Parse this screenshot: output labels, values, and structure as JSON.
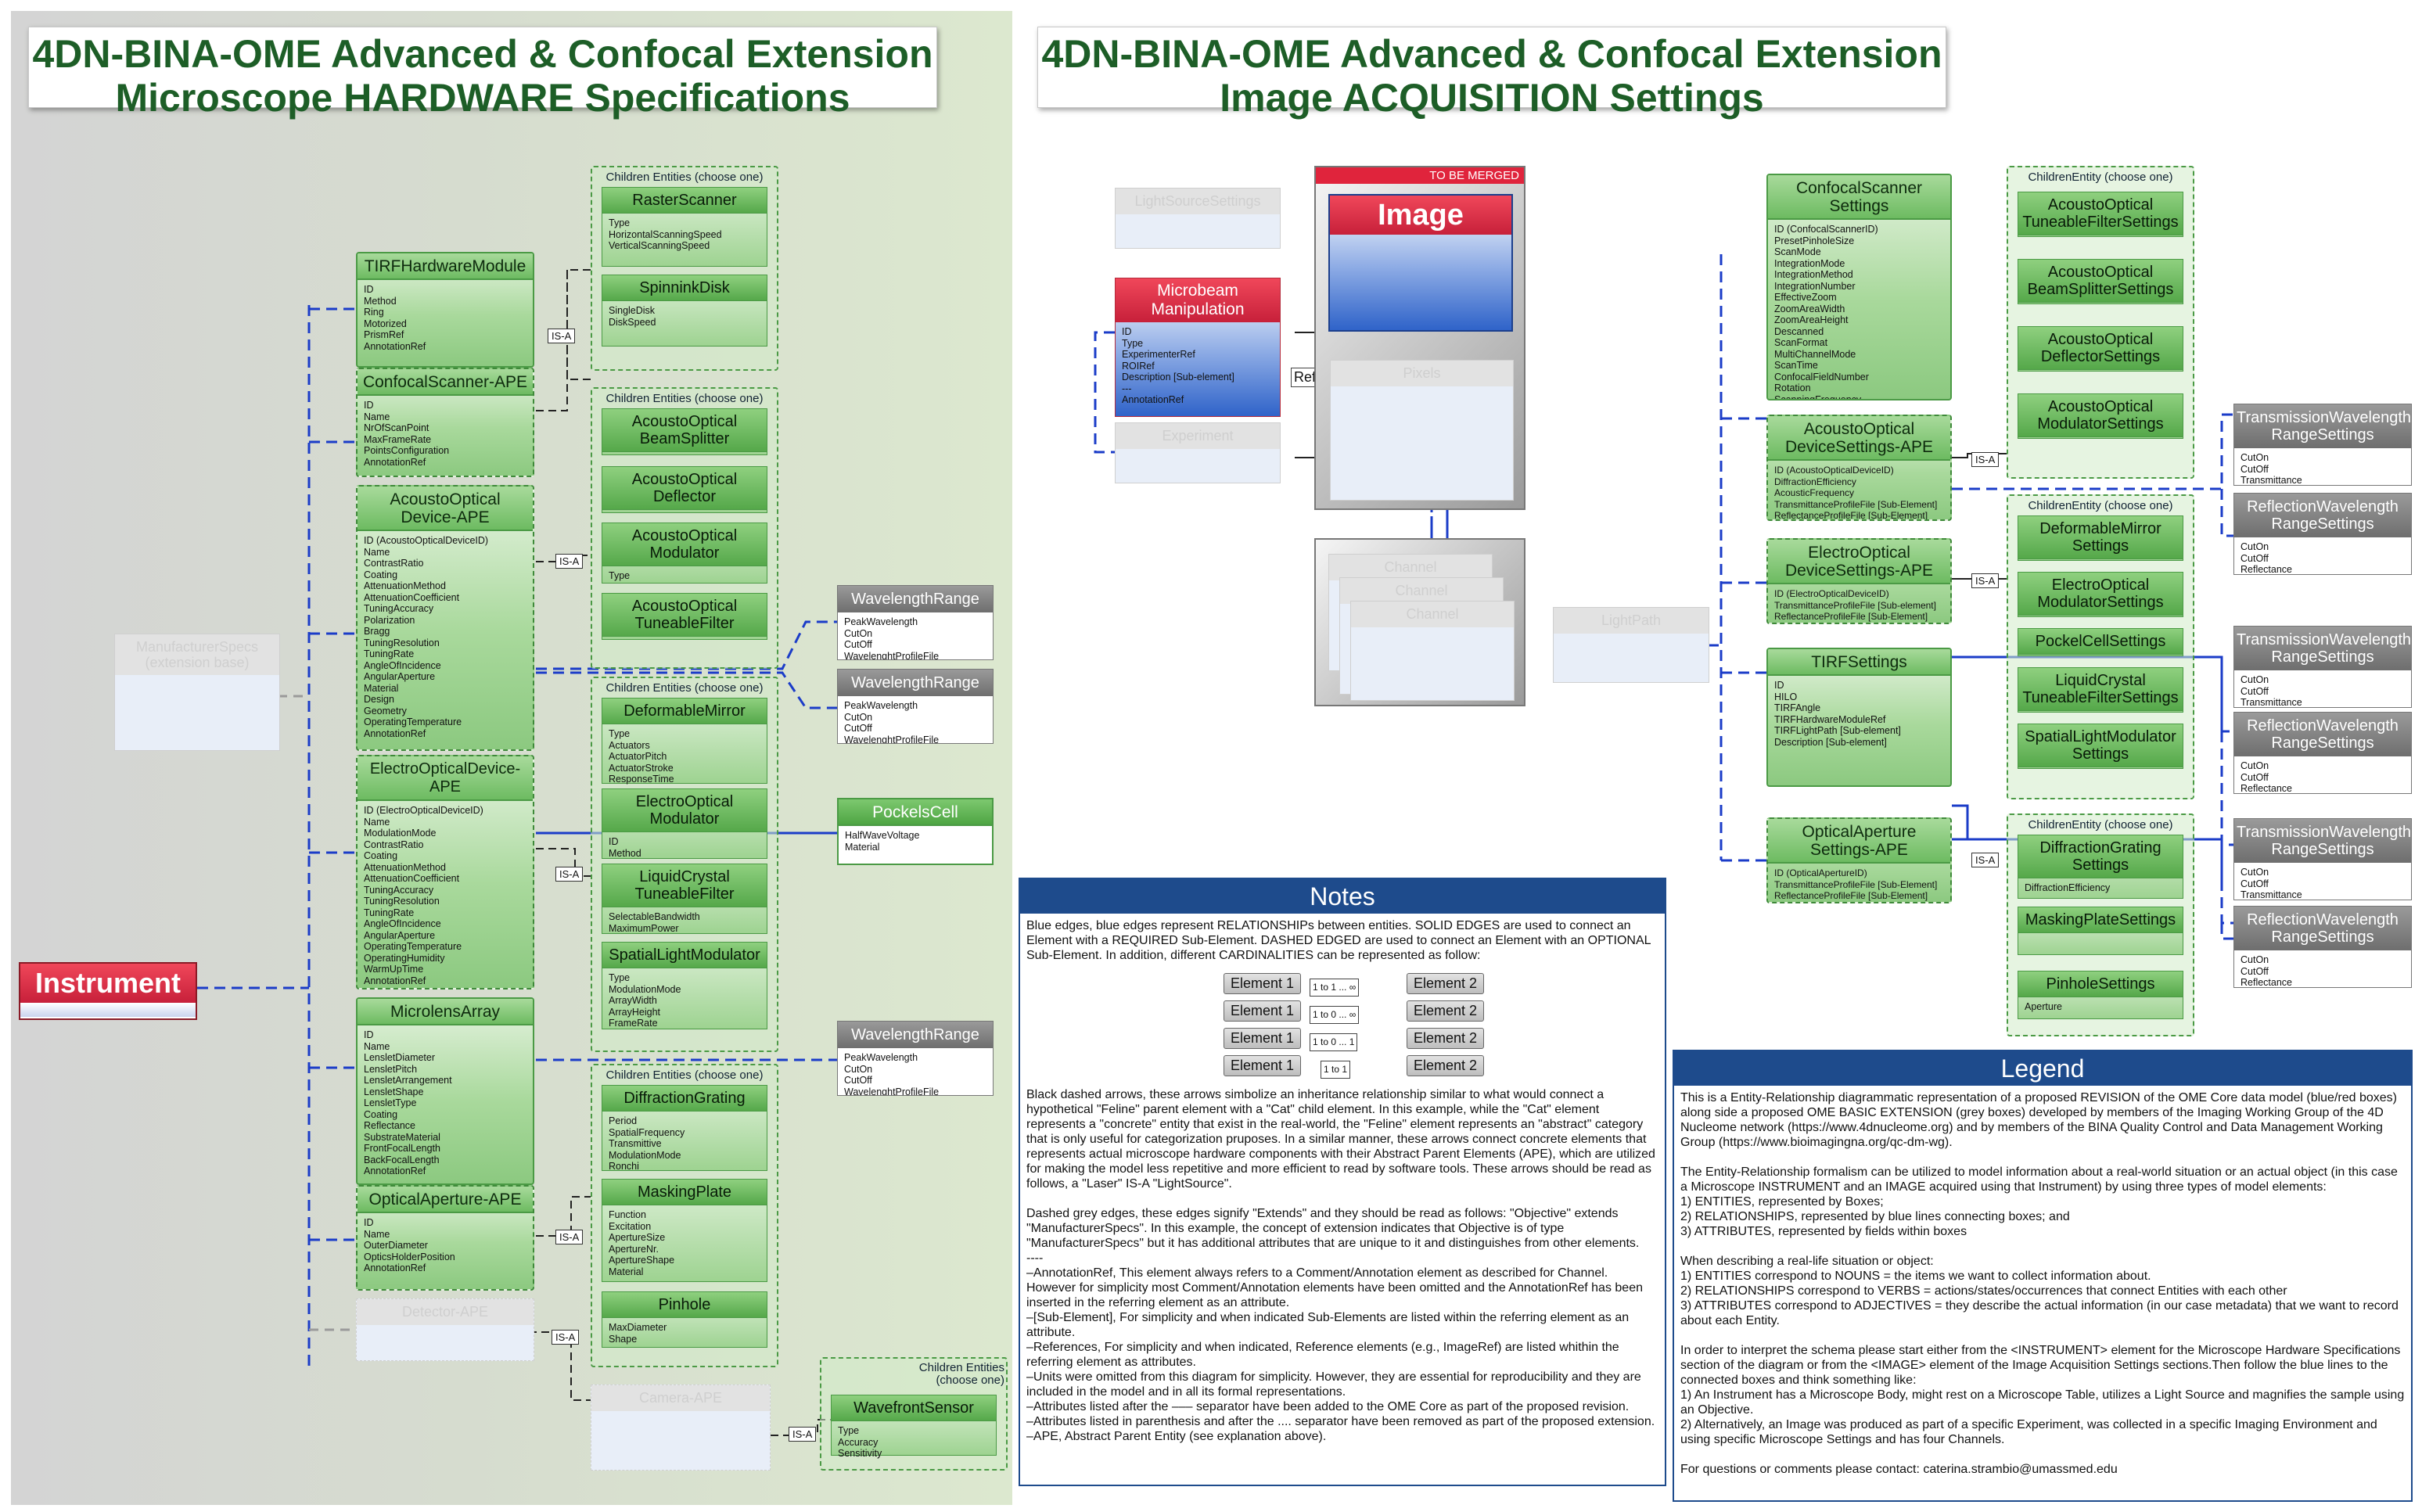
{
  "left_title": [
    "4DN-BINA-OME Advanced & Confocal Extension",
    "Microscope HARDWARE Specifications"
  ],
  "right_title": [
    "4DN-BINA-OME Advanced & Confocal Extension",
    "Image ACQUISITION Settings"
  ],
  "instrument": "Instrument",
  "manufacturer_specs": [
    "ManufacturerSpecs",
    "(extension base)"
  ],
  "tirf_hw": {
    "title": "TIRFHardwareModule",
    "attrs": [
      "ID",
      "Method",
      "Ring",
      "Motorized",
      "PrismRef",
      "AnnotationRef"
    ]
  },
  "confocal_hw": {
    "title": "ConfocalScanner-APE",
    "attrs": [
      "ID",
      "Name",
      "NrOfScanPoint",
      "MaxFrameRate",
      "PointsConfiguration",
      "AnnotationRef"
    ]
  },
  "ao_device": {
    "title": [
      "AcoustoOptical",
      "Device-APE"
    ],
    "attrs": [
      "ID (AcoustoOpticalDeviceID)",
      "Name",
      "ContrastRatio",
      "Coating",
      "AttenuationMethod",
      "AttenuationCoefficient",
      "TuningAccuracy",
      "Polarization",
      "Bragg",
      "TuningResolution",
      "TuningRate",
      "AngleOfIncidence",
      "AngularAperture",
      "Material",
      "Design",
      "Geometry",
      "OperatingTemperature",
      "AnnotationRef"
    ]
  },
  "eo_device": {
    "title": "ElectroOpticalDevice-APE",
    "attrs": [
      "ID (ElectroOpticalDeviceID)",
      "Name",
      "ModulationMode",
      "ContrastRatio",
      "Coating",
      "AttenuationMethod",
      "AttenuationCoefficient",
      "TuningAccuracy",
      "TuningResolution",
      "TuningRate",
      "AngleOfIncidence",
      "AngularAperture",
      "OperatingTemperature",
      "OperatingHumidity",
      "WarmUpTime",
      "AnnotationRef"
    ]
  },
  "microlens": {
    "title": "MicrolensArray",
    "attrs": [
      "ID",
      "Name",
      "LensletDiameter",
      "LensletPitch",
      "LensletArrangement",
      "LensletShape",
      "LensletType",
      "Coating",
      "Reflectance",
      "SubstrateMaterial",
      "FrontFocalLength",
      "BackFocalLength",
      "AnnotationRef"
    ]
  },
  "optical_aperture_hw": {
    "title": "OpticalAperture-APE",
    "attrs": [
      "ID",
      "Name",
      "OuterDiameter",
      "OpticsHolderPosition",
      "AnnotationRef"
    ]
  },
  "detector_ape": "Detector-APE",
  "camera_ape": "Camera-APE",
  "is_a": "IS-A",
  "choose_one": "Children Entities (choose one)",
  "choose_one_split": [
    "Children Entities",
    "(choose one)"
  ],
  "raster": {
    "title": "RasterScanner",
    "attrs": [
      "Type",
      "HorizontalScanningSpeed",
      "VerticalScanningSpeed"
    ]
  },
  "spinning": {
    "title": "SpinninkDisk",
    "attrs": [
      "SingleDisk",
      "DiskSpeed"
    ]
  },
  "ao_children": [
    [
      "AcoustoOptical",
      "BeamSplitter"
    ],
    [
      "AcoustoOptical",
      "Deflector"
    ],
    [
      "AcoustoOptical",
      "Modulator"
    ],
    [
      "AcoustoOptical",
      "TuneableFilter"
    ]
  ],
  "ao_children_attr": "Type",
  "deformable": {
    "title": "DeformableMirror",
    "attrs": [
      "Type",
      "Actuators",
      "ActuatorPitch",
      "ActuatorStroke",
      "ResponseTime"
    ]
  },
  "eo_modulator": {
    "title": [
      "ElectroOptical",
      "Modulator"
    ],
    "attrs": [
      "ID",
      "Method"
    ]
  },
  "lc_filter": {
    "title": [
      "LiquidCrystal",
      "TuneableFilter"
    ],
    "attrs": [
      "SelectableBandwidth",
      "MaximumPower"
    ]
  },
  "slm": {
    "title": "SpatialLightModulator",
    "attrs": [
      "Type",
      "ModulationMode",
      "ArrayWidth",
      "ArrayHeight",
      "FrameRate"
    ]
  },
  "diffraction": {
    "title": "DiffractionGrating",
    "attrs": [
      "Period",
      "SpatialFrequency",
      "Transmittive",
      "ModulationMode",
      "Ronchi"
    ]
  },
  "masking": {
    "title": "MaskingPlate",
    "attrs": [
      "Function",
      "Excitation",
      "ApertureSize",
      "ApertureNr.",
      "ApertureShape",
      "Material"
    ]
  },
  "pinhole": {
    "title": "Pinhole",
    "attrs": [
      "MaxDiameter",
      "Shape"
    ]
  },
  "wavefront": {
    "title": "WavefrontSensor",
    "attrs": [
      "Type",
      "Accuracy",
      "Sensitivity"
    ]
  },
  "wavelength_range": {
    "title": "WavelengthRange",
    "attrs": [
      "PeakWavelength",
      "CutOn",
      "CutOff",
      "WavelenghtProfileFile"
    ]
  },
  "pockels": {
    "title": "PockelsCell",
    "attrs": [
      "HalfWaveVoltage",
      "Material"
    ]
  },
  "light_source_settings": "LightSourceSettings",
  "microbeam": {
    "title": [
      "Microbeam",
      "Manipulation"
    ],
    "attrs": [
      "ID",
      "Type",
      "ExperimenterRef",
      "ROIRef",
      "Description [Sub-element]",
      "---",
      "AnnotationRef"
    ]
  },
  "experiment": "Experiment",
  "to_be_merged": "TO BE MERGED",
  "image": "Image",
  "pixels": "Pixels",
  "ref_label": "Ref",
  "channel": "Channel",
  "light_path": "LightPath",
  "confocal_settings": {
    "title": [
      "ConfocalScanner",
      "Settings"
    ],
    "attrs": [
      "ID (ConfocalScannerID)",
      "PresetPinholeSize",
      "ScanMode",
      "IntegrationMode",
      "IntegrationMethod",
      "IntegrationNumber",
      "EffectiveZoom",
      "ZoomAreaWidth",
      "ZoomAreaHeight",
      "Descanned",
      "ScanFormat",
      "MultiChannelMode",
      "ScanTime",
      "ConfocalFieldNumber",
      "Rotation",
      "ScanningFrequency"
    ]
  },
  "ao_settings": {
    "title": [
      "AcoustoOptical",
      "DeviceSettings-APE"
    ],
    "attrs": [
      "ID (AcoustoOpticalDeviceID)",
      "DiffractionEfficiency",
      "AcousticFrequency",
      "TransmittanceProfileFile [Sub-Element]",
      "ReflectanceProfileFile [Sub-Element]"
    ]
  },
  "eo_settings": {
    "title": [
      "ElectroOptical",
      "DeviceSettings-APE"
    ],
    "attrs": [
      "ID (ElectroOpticalDeviceID)",
      "TransmittanceProfileFile [Sub-element]",
      "ReflectanceProfileFile [Sub-Element]"
    ]
  },
  "tirf_settings": {
    "title": "TIRFSettings",
    "attrs": [
      "ID",
      "HILO",
      "TIRFAngle",
      "TIRFHardwareModuleRef",
      "TIRFLightPath [Sub-element]",
      "Description [Sub-element]"
    ]
  },
  "oa_settings": {
    "title": [
      "OpticalAperture",
      "Settings-APE"
    ],
    "attrs": [
      "ID (OpticalApertureID)",
      "TransmittanceProfileFile [Sub-Element]",
      "ReflectanceProfileFile [Sub-Element]"
    ]
  },
  "child_entity_choose": "ChildrenEntity (choose one)",
  "ao_settings_children": [
    [
      "AcoustoOptical",
      "TuneableFilterSettings"
    ],
    [
      "AcoustoOptical",
      "BeamSplitterSettings"
    ],
    [
      "AcoustoOptical",
      "DeflectorSettings"
    ],
    [
      "AcoustoOptical",
      "ModulatorSettings"
    ]
  ],
  "eo_settings_children": [
    [
      "DeformableMirror",
      "Settings"
    ],
    [
      "ElectroOptical",
      "ModulatorSettings"
    ],
    [
      "PockelCellSettings"
    ],
    [
      "LiquidCrystal",
      "TuneableFilterSettings"
    ],
    [
      "SpatialLightModulator",
      "Settings"
    ]
  ],
  "oa_settings_children": {
    "diff_title": [
      "DiffractionGrating",
      "Settings"
    ],
    "diff_attr": "DiffractionEfficiency",
    "mask_title": "MaskingPlateSettings",
    "pin_title": "PinholeSettings",
    "pin_attr": "Aperture"
  },
  "transmission_range": {
    "title": [
      "TransmissionWavelength",
      "RangeSettings"
    ],
    "attrs": [
      "CutOn",
      "CutOff",
      "Transmittance"
    ]
  },
  "reflection_range": {
    "title": [
      "ReflectionWavelength",
      "RangeSettings"
    ],
    "attrs": [
      "CutOn",
      "CutOff",
      "Reflectance"
    ]
  },
  "notes": {
    "title": "Notes",
    "p1": "Blue edges, blue edges represent RELATIONSHIPs between entities. SOLID EDGES are used to connect an Element with a REQUIRED Sub-Element. DASHED EDGED are used to connect an Element with an OPTIONAL Sub-Element. In addition, different CARDINALITIES can be represented as follow:",
    "element1": "Element 1",
    "element2": "Element 2",
    "card": [
      "1 to 1 ... ∞",
      "1 to 0 ... ∞",
      "1 to 0 ... 1",
      "1 to 1"
    ],
    "p2": "Black dashed arrows, these arrows simbolize an inheritance relationship similar to what would connect a hypothetical \"Feline\" parent element with a \"Cat\" child element. In this example, while the \"Cat\" element represents a \"concrete\" entity that exist in the real-world, the \"Feline\" element represents an \"abstract\" category that is only useful for categorization pruposes. In a similar manner, these arrows connect concrete elements that represents actual microscope hardware components with their Abstract Parent Elements (APE), which are utilized for making the model less repetitive and more efficient to read by software tools. These arrows should be read as follows, a \"Laser\" IS-A \"LightSource\".",
    "p3": "Dashed grey edges, these edges signify \"Extends\" and they should be read as follows: \"Objective\" extends \"ManufacturerSpecs\". In this example, the concept of extension indicates that Objective is of type \"ManufacturerSpecs\" but it has additional attributes that are unique to it and distinguishes from other elements.",
    "sep": "----",
    "items": [
      "–AnnotationRef, This element always refers to a Comment/Annotation element as described for Channel. However for simplicity most Comment/Annotation elements have been omitted and the AnnotationRef has been inserted in the referring element as an attribute.",
      "–[Sub-Element], For simplicity and when indicated Sub-Elements are listed within the referring element as an attribute.",
      "–References, For simplicity and when indicated, Reference elements (e.g., ImageRef) are listed whithin the referring element as attributes.",
      "–Units were omitted from this diagram for simplicity. However, they are essential for reproducibility and they are included in the model and in all its formal representations.",
      "–Attributes listed after the ––– separator have been added to the OME Core as part of the proposed revision.",
      "–Attributes listed in parenthesis and after the .... separator have been removed as part of the proposed extension.",
      "–APE, Abstract Parent Entity (see explanation above)."
    ]
  },
  "legend": {
    "title": "Legend",
    "p1": "This is a Entity-Relationship diagrammatic representation of a proposed REVISION of the OME Core data model (blue/red boxes) along side a proposed OME BASIC EXTENSION (grey boxes) developed by members of the Imaging Working Group of the 4D Nucleome network (https://www.4dnucleome.org) and by members of the BINA Quality Control and Data Management Working Group (https://www.bioimagingna.org/qc-dm-wg).",
    "p2": [
      "The Entity-Relationship formalism can be utilized to model information about a real-world situation or an actual object (in this case a Microscope INSTRUMENT and an IMAGE acquired using that Instrument) by using three types of model elements:",
      "1) ENTITIES, represented by Boxes;",
      "2) RELATIONSHIPS, represented by blue lines connecting boxes; and",
      "3) ATTRIBUTES, represented by fields within boxes"
    ],
    "p3": [
      "When describing  a real-life situation or object:",
      "1) ENTITIES correspond to NOUNS = the items we want to collect information about.",
      "2) RELATIONSHIPS correspond to VERBS = actions/states/occurrences that connect Entities with each other",
      "3) ATTRIBUTES correspond to ADJECTIVES = they describe the actual information (in our case metadata) that we want to record about each Entity."
    ],
    "p4": [
      "In order to interpret the schema please start either from the <INSTRUMENT> element for the Microscope Hardware Specifications section of the diagram or from the <IMAGE> element of the Image Acquisition Settings sections.Then follow the blue lines to the connected boxes and think something like:",
      "1) An Instrument has a Microscope Body, might rest on a Microscope Table, utilizes a Light Source and magnifies the sample using an Objective.",
      "2) Alternatively, an Image was produced as part of a specific Experiment, was collected in a specific Imaging Environment and using specific Microscope Settings and has four Channels."
    ],
    "p5": "For questions or comments please contact: caterina.strambio@umassmed.edu"
  }
}
